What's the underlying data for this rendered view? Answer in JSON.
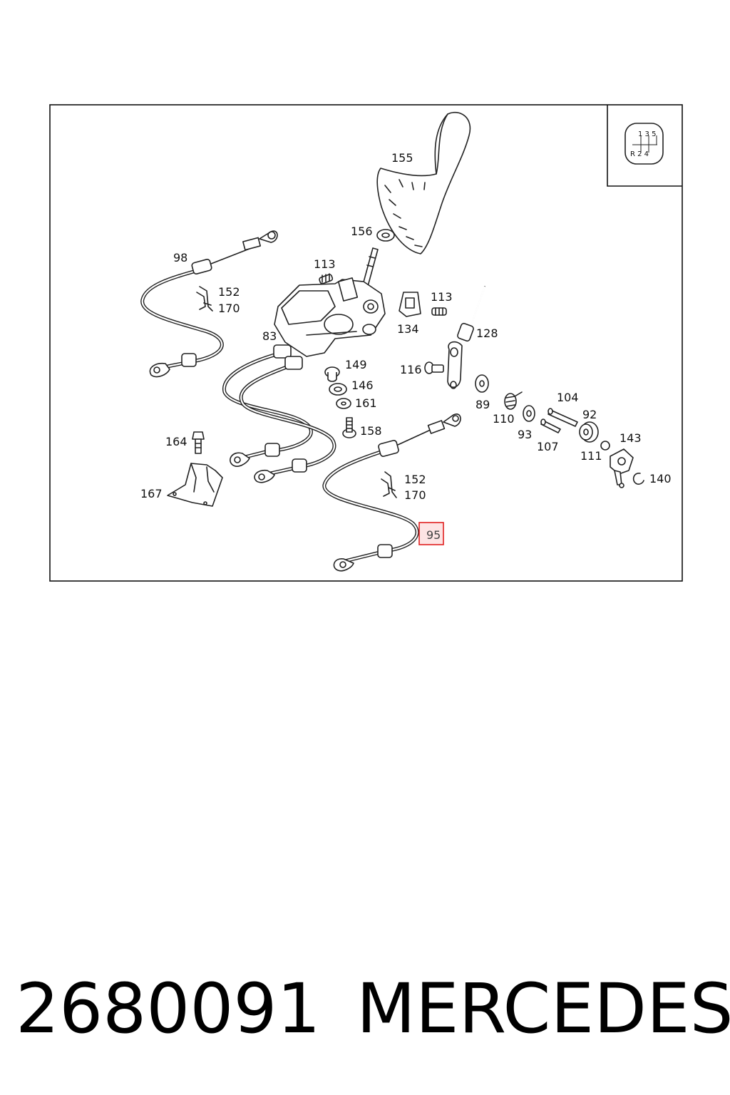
{
  "callouts": [
    {
      "id": "l155",
      "text": "155"
    },
    {
      "id": "l156",
      "text": "156"
    },
    {
      "id": "l98",
      "text": "98"
    },
    {
      "id": "l113a",
      "text": "113"
    },
    {
      "id": "l152a",
      "text": "152"
    },
    {
      "id": "l170a",
      "text": "170"
    },
    {
      "id": "l113b",
      "text": "113"
    },
    {
      "id": "l134",
      "text": "134"
    },
    {
      "id": "l128",
      "text": "128"
    },
    {
      "id": "l83",
      "text": "83"
    },
    {
      "id": "l149",
      "text": "149"
    },
    {
      "id": "l116",
      "text": "116"
    },
    {
      "id": "l146",
      "text": "146"
    },
    {
      "id": "l161",
      "text": "161"
    },
    {
      "id": "l89",
      "text": "89"
    },
    {
      "id": "l110",
      "text": "110"
    },
    {
      "id": "l104",
      "text": "104"
    },
    {
      "id": "l92",
      "text": "92"
    },
    {
      "id": "l158",
      "text": "158"
    },
    {
      "id": "l93",
      "text": "93"
    },
    {
      "id": "l107",
      "text": "107"
    },
    {
      "id": "l164",
      "text": "164"
    },
    {
      "id": "l143",
      "text": "143"
    },
    {
      "id": "l111",
      "text": "111"
    },
    {
      "id": "l152b",
      "text": "152"
    },
    {
      "id": "l170b",
      "text": "170"
    },
    {
      "id": "l140",
      "text": "140"
    },
    {
      "id": "l167",
      "text": "167"
    }
  ],
  "highlighted_callout": "95",
  "gear_pattern": {
    "top": "1 3 5",
    "bottom": "R 2 4"
  },
  "part_number": "2680091",
  "brand": "MERCEDES",
  "colors": {
    "highlight": "#e02020",
    "highlight_fill": "#fde4e4",
    "ink": "#222222"
  }
}
